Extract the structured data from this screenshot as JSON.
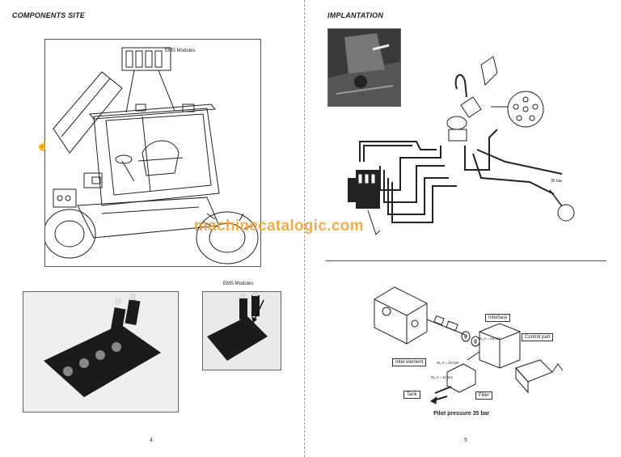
{
  "left_page": {
    "heading": "COMPONENTS SITE",
    "diagram_label": "EMS Modules",
    "photo2_label": "EMS Modules",
    "page_number": "4"
  },
  "right_page": {
    "heading": "IMPLANTATION",
    "pressure_note": "35 bar",
    "callouts": {
      "interface": "Interface",
      "control_part": "Control part",
      "intel_element": "Intel element",
      "tank": "Tank",
      "filter": "Filter"
    },
    "torques": {
      "t1": "M_A = 16 Nm",
      "t2": "M_A = 10 Nm",
      "t3": "M_A = 11 Nm"
    },
    "caption": "Pilot pressure 35 bar",
    "page_number": "5"
  },
  "watermark": "machinecatalogic.com",
  "colors": {
    "watermark": "#f0a030",
    "line": "#222222",
    "frame": "#555555"
  },
  "icons": {
    "hand_cursor": "hand-pointer-icon"
  }
}
